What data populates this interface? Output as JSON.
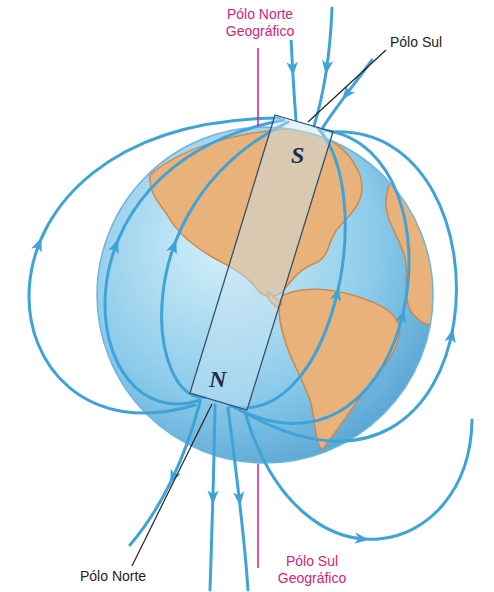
{
  "diagram": {
    "nodes": [
      {
        "text": [
          "S",
          "N"
        ]
      }
    ],
    "labels": [
      "Pólo Norte Geográfico",
      "Pólo Sul",
      "Pólo Norte",
      "Pólo Sul Geográfico"
    ]
  }
}
